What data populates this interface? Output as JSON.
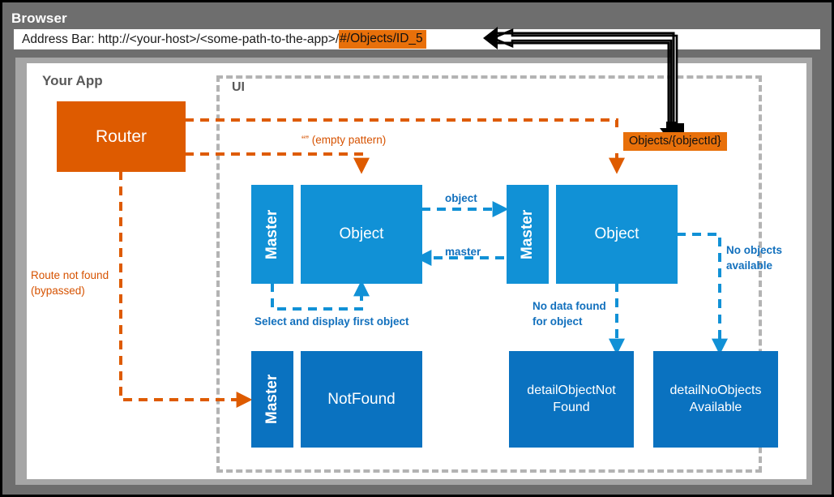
{
  "browser": {
    "title": "Browser",
    "address_bar": {
      "prefix": "Address Bar: http://<your-host>/<some-path-to-the-app>/",
      "highlight": "#/Objects/ID_5"
    }
  },
  "app": {
    "title": "Your App",
    "ui_region_label": "UI"
  },
  "colors": {
    "orange": "#de5b00",
    "orange_highlight": "#e8700a",
    "blue_light": "#1191d6",
    "blue_dark": "#0a72c0",
    "gray_frame": "#6e6e6e",
    "gray_dash": "#b3b3b3",
    "text_blue": "#1270bd",
    "text_orange": "#d65200"
  },
  "nodes": {
    "router": "Router",
    "master_top_left": "Master",
    "object_left": "Object",
    "master_top_right": "Master",
    "object_right": "Object",
    "master_bottom": "Master",
    "not_found": "NotFound",
    "detail_object_not_found": "detailObjectNot\nFound",
    "detail_no_objects_available": "detailNoObjects\nAvailable"
  },
  "route_chips": {
    "objects_pattern": "Objects/{objectId}"
  },
  "annotations": {
    "empty_pattern": "“” (empty pattern)",
    "route_not_found": "Route not found\n(bypassed)",
    "object": "object",
    "master": "master",
    "select_first_object": "Select and display first object",
    "no_data_found": "No data found\nfor object",
    "no_objects_available": "No objects\navailable"
  }
}
